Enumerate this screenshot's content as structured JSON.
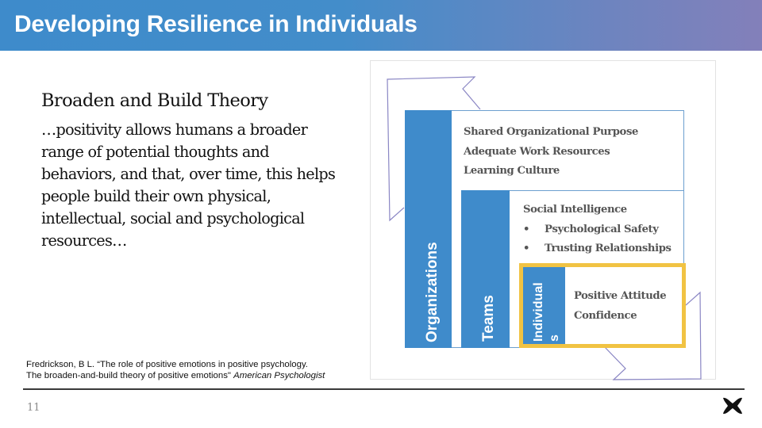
{
  "header": {
    "title": "Developing Resilience in Individuals"
  },
  "content": {
    "theory_title": "Broaden and Build Theory",
    "theory_body": "…positivity allows humans a broader range of potential thoughts and behaviors, and that, over time, this helps people build their own physical, intellectual, social and psychological resources…"
  },
  "citation": {
    "line1": "Fredrickson, B L. “The role of positive emotions in positive psychology.",
    "line2": "The broaden-and-build theory of positive emotions\"",
    "journal": "American Psychologist"
  },
  "diagram": {
    "organizations": {
      "label": "Organizations",
      "items": [
        "Shared Organizational Purpose",
        "Adequate Work Resources",
        "Learning Culture"
      ]
    },
    "teams": {
      "label": "Teams",
      "heading": "Social Intelligence",
      "bullets": [
        "Psychological Safety",
        "Trusting Relationships"
      ],
      "bullet_char": "•"
    },
    "individuals": {
      "label_line1": "Individual",
      "label_line2": "s",
      "items": [
        "Positive Attitude",
        "Confidence"
      ]
    },
    "colors": {
      "bar_blue": "#3f8bcb",
      "highlight_yellow": "#f1c343",
      "arrow_purple": "#8a86c4"
    }
  },
  "footer": {
    "page_number": "11",
    "logo": "brand-logo-icon"
  }
}
